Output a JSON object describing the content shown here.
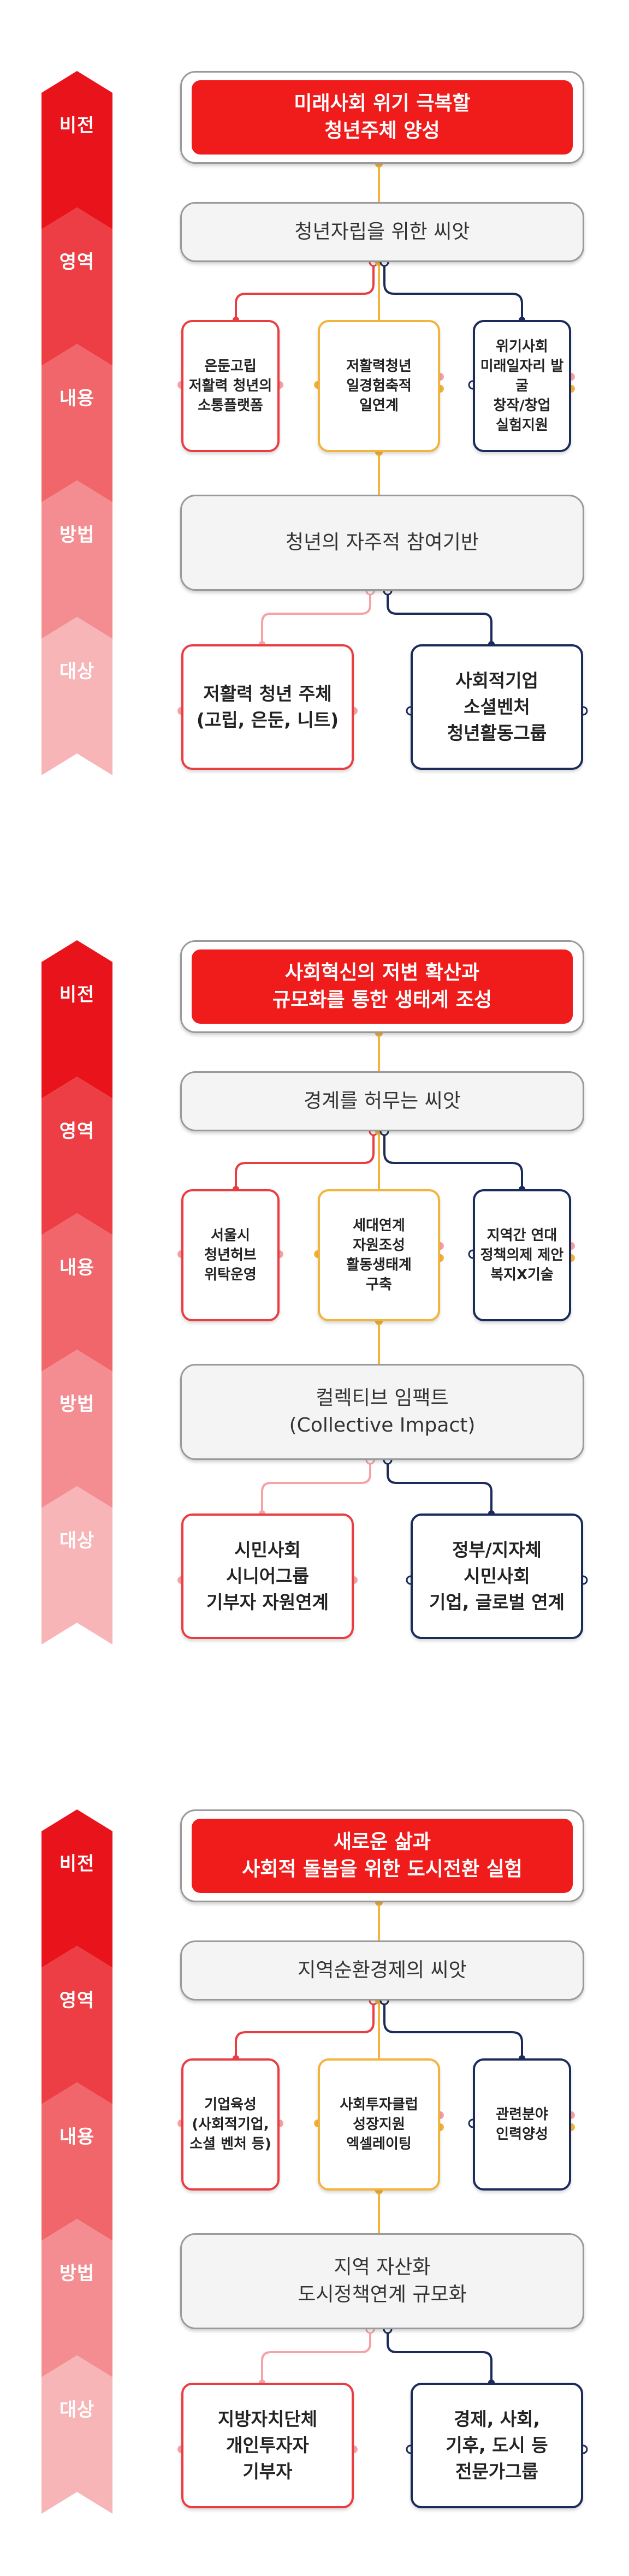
{
  "stage_labels": [
    "비전",
    "영역",
    "내용",
    "방법",
    "대상"
  ],
  "colors": {
    "vision_red": "#f01c1c",
    "chevron_shades": [
      "#e8131b",
      "#ec3e44",
      "#f0666b",
      "#f48d91",
      "#f8b5b8"
    ],
    "red": "#ea3d42",
    "orange": "#f3b43e",
    "navy": "#1c2b5a",
    "pink_dot": "#f5a3a6"
  },
  "panels": [
    {
      "vision": "미래사회 위기 극복할\n청년주체 양성",
      "area": "청년자립을 위한 씨앗",
      "contents": [
        "은둔고립\n저활력 청년의\n소통플랫폼",
        "저활력청년\n일경험축적\n일연계",
        "위기사회\n미래일자리 발굴\n창작/창업\n실험지원"
      ],
      "method": "청년의 자주적 참여기반",
      "targets": [
        "저활력 청년 주체\n(고립, 은둔, 니트)",
        "사회적기업\n소셜벤처\n청년활동그룹"
      ]
    },
    {
      "vision": "사회혁신의 저변 확산과\n규모화를 통한 생태계 조성",
      "area": "경계를 허무는 씨앗",
      "contents": [
        "서울시\n청년허브\n위탁운영",
        "세대연계\n자원조성\n활동생태계\n구축",
        "지역간 연대\n정책의제 제안\n복지X기술"
      ],
      "method": "컬렉티브 임팩트\n(Collective Impact)",
      "targets": [
        "시민사회\n시니어그룹\n기부자 자원연계",
        "정부/지자체\n시민사회\n기업, 글로벌 연계"
      ]
    },
    {
      "vision": "새로운 삶과\n사회적 돌봄을 위한 도시전환 실험",
      "area": "지역순환경제의 씨앗",
      "contents": [
        "기업육성\n(사회적기업,\n소셜 벤처 등)",
        "사회투자클럽\n성장지원\n엑셀레이팅",
        "관련분야\n인력양성"
      ],
      "method": "지역 자산화\n도시정책연계 규모화",
      "targets": [
        "지방자치단체\n개인투자자\n기부자",
        "경제, 사회,\n기후, 도시 등\n전문가그룹"
      ]
    }
  ]
}
